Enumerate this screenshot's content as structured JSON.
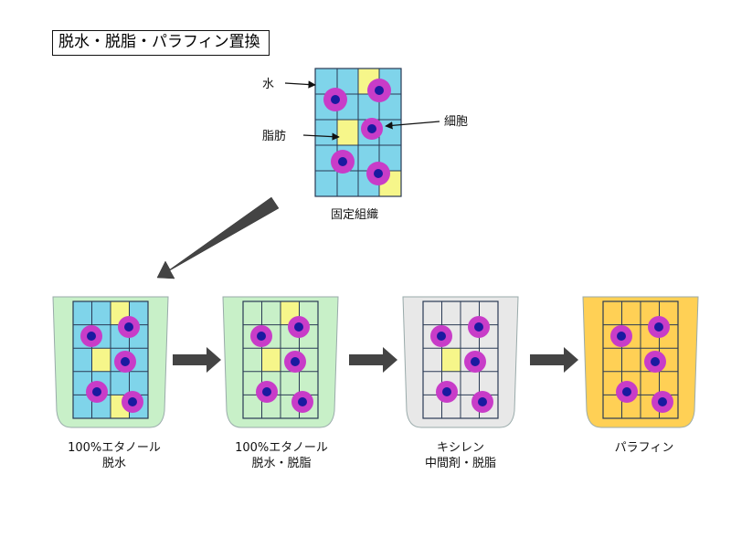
{
  "title": "脱水・脱脂・パラフィン置換",
  "labels": {
    "water": "水",
    "fat": "脂肪",
    "cell": "細胞",
    "fixed_tissue": "固定組織"
  },
  "steps": [
    {
      "line1": "100%エタノール",
      "line2": "脱水",
      "fill": "#c8f0c8"
    },
    {
      "line1": "100%エタノール",
      "line2": "脱水・脱脂",
      "fill": "#c8f0c8"
    },
    {
      "line1": "キシレン",
      "line2": "中間剤・脱脂",
      "fill": "#e8e8e8"
    },
    {
      "line1": "パラフィン",
      "line2": "",
      "fill": "#ffd055"
    }
  ],
  "colors": {
    "water": "#7fd4ea",
    "fat": "#f6f68a",
    "cell_ring": "#c83cc8",
    "cell_nucleus": "#1a1aa0",
    "grid_line": "#2a3a55",
    "arrow": "#444444"
  }
}
